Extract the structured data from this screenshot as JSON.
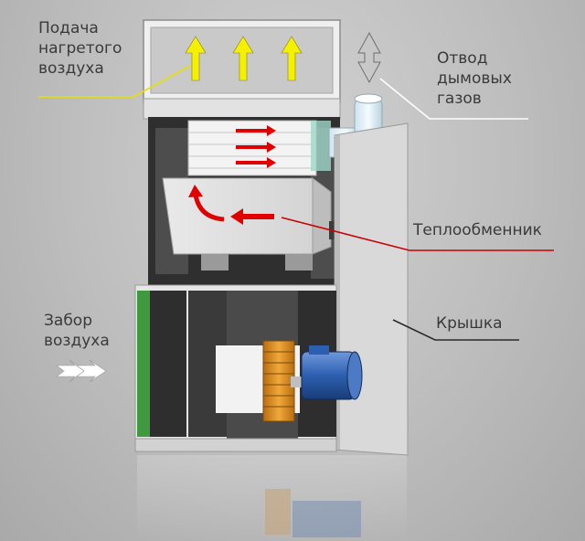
{
  "labels": {
    "supply": {
      "lines": [
        "Подача",
        "нагретого",
        "воздуха"
      ]
    },
    "exhaust": {
      "lines": [
        "Отвод",
        "дымовых",
        "газов"
      ]
    },
    "exchanger": {
      "text": "Теплообменник"
    },
    "lid": {
      "text": "Крышка"
    },
    "intake": {
      "lines": [
        "Забор",
        "воздуха"
      ]
    }
  },
  "colors": {
    "background": "#c4c4c4",
    "label_text": "#3a3a3a",
    "hot_air_arrow": "#f5f000",
    "flow_arrow": "#e00000",
    "intake_arrow": "#ffffff",
    "exhaust_arrow": "#ffffff",
    "filter": "#3f9a3f",
    "fan": "#d98a1e",
    "motor": "#2c5fb0"
  }
}
